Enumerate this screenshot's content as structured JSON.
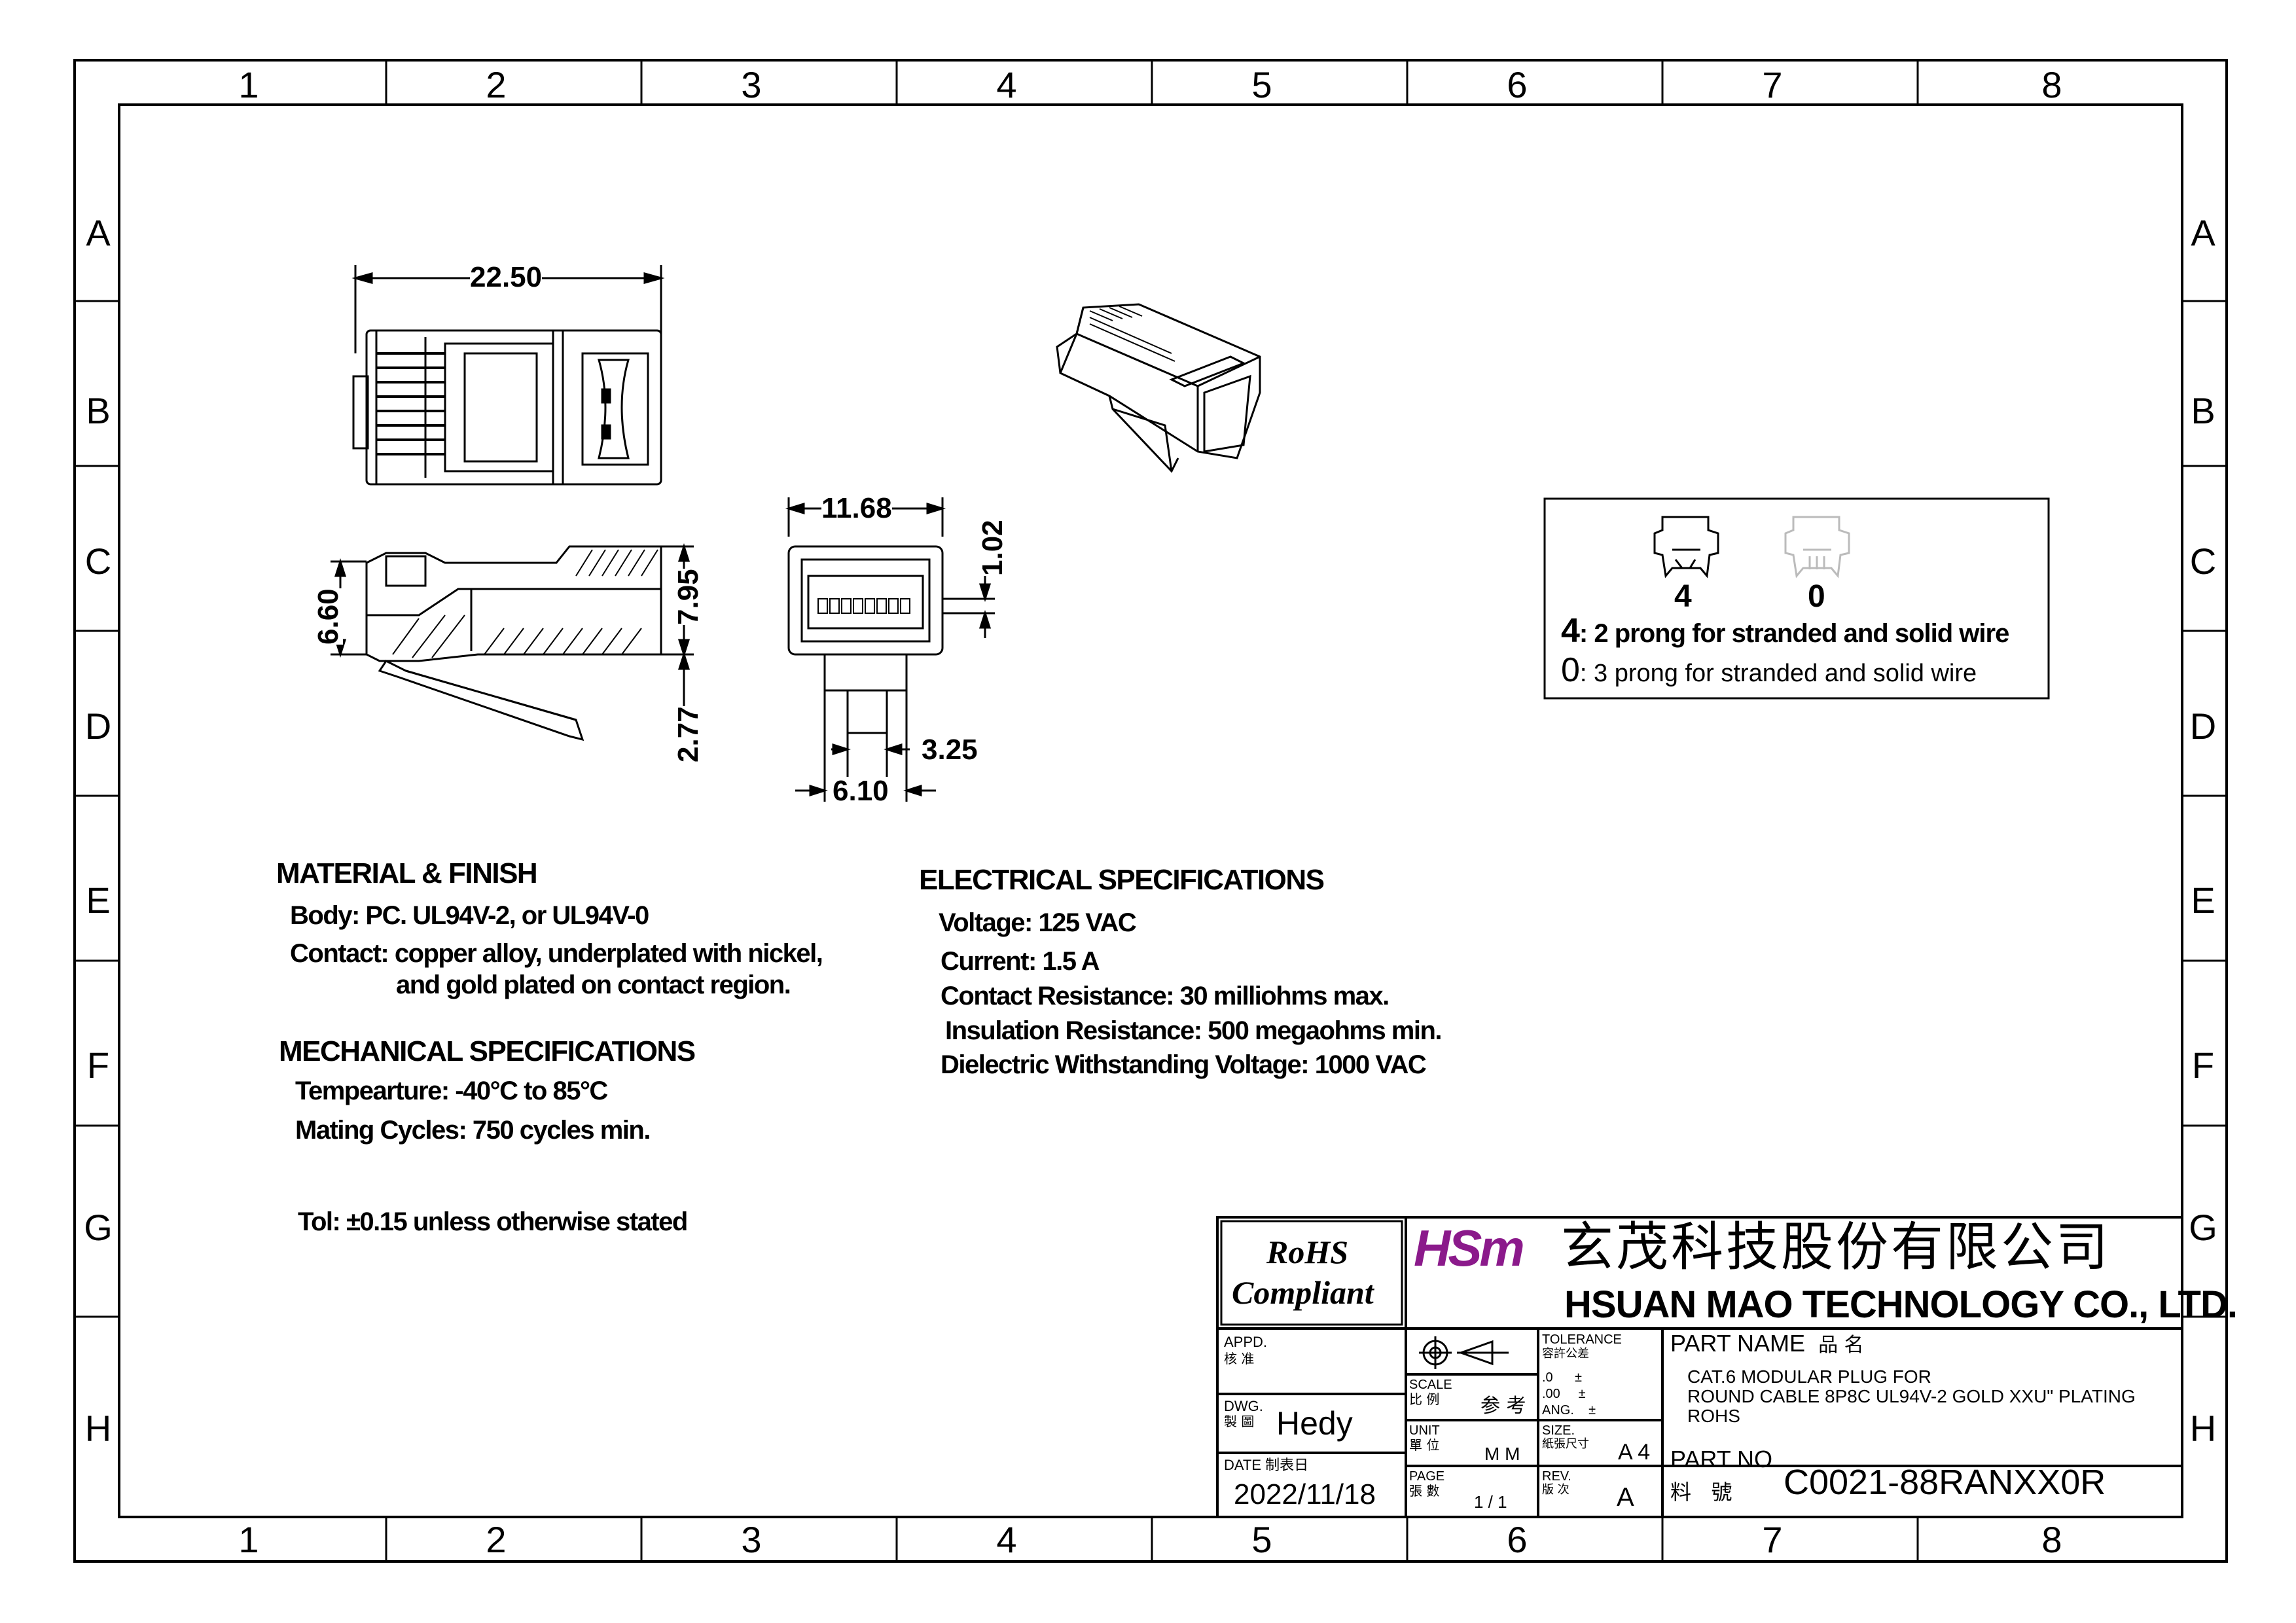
{
  "zones": {
    "columns": [
      "1",
      "2",
      "3",
      "4",
      "5",
      "6",
      "7",
      "8"
    ],
    "rows": [
      "A",
      "B",
      "C",
      "D",
      "E",
      "F",
      "G",
      "H"
    ]
  },
  "dimensions": {
    "length": "22.50",
    "width": "11.68",
    "height_left": "6.60",
    "height_body": "7.95",
    "latch_drop": "2.77",
    "contact_step": "1.02",
    "latch_width": "3.25",
    "latch_base": "6.10"
  },
  "prong_options": {
    "option_4_code": "4",
    "option_0_code": "0",
    "option_4_text": ": 2 prong for stranded and solid wire",
    "option_0_text": ": 3 prong for stranded and solid wire"
  },
  "material": {
    "heading": "MATERIAL & FINISH",
    "body": "Body: PC. UL94V-2, or UL94V-0",
    "contact_1": "Contact: copper alloy, underplated with nickel,",
    "contact_2": "and gold plated on contact region."
  },
  "mechanical": {
    "heading": "MECHANICAL SPECIFICATIONS",
    "temperature": "Tempearture:  -40°C to 85°C",
    "mating": "Mating Cycles: 750 cycles min."
  },
  "tolerance_note": "Tol: ±0.15 unless otherwise stated",
  "electrical": {
    "heading": "ELECTRICAL SPECIFICATIONS",
    "voltage": "Voltage: 125 VAC",
    "current": "Current: 1.5 A",
    "contact_resistance": "Contact Resistance: 30 milliohms max.",
    "insulation_resistance": "Insulation Resistance: 500 megaohms min.",
    "dielectric": "Dielectric Withstanding Voltage: 1000 VAC"
  },
  "title_block": {
    "rohs_1": "RoHS",
    "rohs_2": "Compliant",
    "logo": "HSm",
    "company_cn": "玄茂科技股份有限公司",
    "company_en": "HSUAN MAO TECHNOLOGY CO., LTD.",
    "appd_label": "APPD.",
    "appd_cn": "核 准",
    "dwg_label": "DWG.",
    "dwg_cn": "製 圖",
    "drawer": "Hedy",
    "date_label": "DATE",
    "date_cn": "制表日",
    "date": "2022/11/18",
    "scale_label": "SCALE",
    "scale_cn": "比 例",
    "scale_value": "参 考",
    "unit_label": "UNIT",
    "unit_cn": "單 位",
    "unit_value": "M M",
    "page_label": "PAGE",
    "page_cn": "張 數",
    "page_value": "1 / 1",
    "tolerance_label": "TOLERANCE",
    "tolerance_cn": "容許公差",
    "tol_0": ".0      ±",
    "tol_00": ".00     ±",
    "tol_ang": "ANG.    ±",
    "size_label": "SIZE.",
    "size_cn": "紙張尺寸",
    "size_value": "A 4",
    "rev_label": "REV.",
    "rev_cn": "版 次",
    "rev_value": "A",
    "part_name_label": "PART NAME",
    "part_name_cn": "品  名",
    "part_name_1": "CAT.6 MODULAR PLUG FOR",
    "part_name_2": "ROUND CABLE 8P8C UL94V-2 GOLD XXU\" PLATING",
    "part_name_3": "ROHS",
    "part_no_label": "PART NO.",
    "part_no_cn": "料   號",
    "part_no": "C0021-88RANXX0R"
  }
}
